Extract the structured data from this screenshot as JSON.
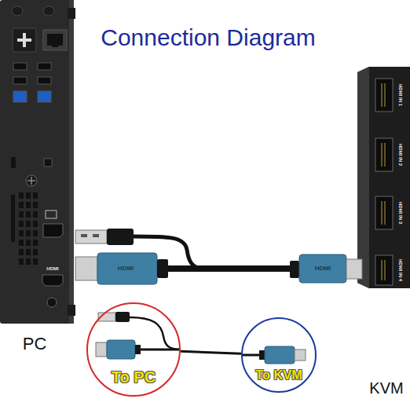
{
  "diagram": {
    "title": "Connection Diagram",
    "nodes": [
      {
        "text": [
          "To PC"
        ]
      },
      {
        "text": [
          "To KVM"
        ]
      }
    ],
    "edges": [
      {
        "from": 0,
        "to": 1,
        "arrow": "none"
      }
    ],
    "labels": [
      "HDMI",
      "HDMI",
      "HDMI",
      "HDMI IN 1",
      "HDMI IN 2",
      "HDMI IN 3",
      "HDMI IN 4",
      "PC",
      "KVM"
    ]
  }
}
